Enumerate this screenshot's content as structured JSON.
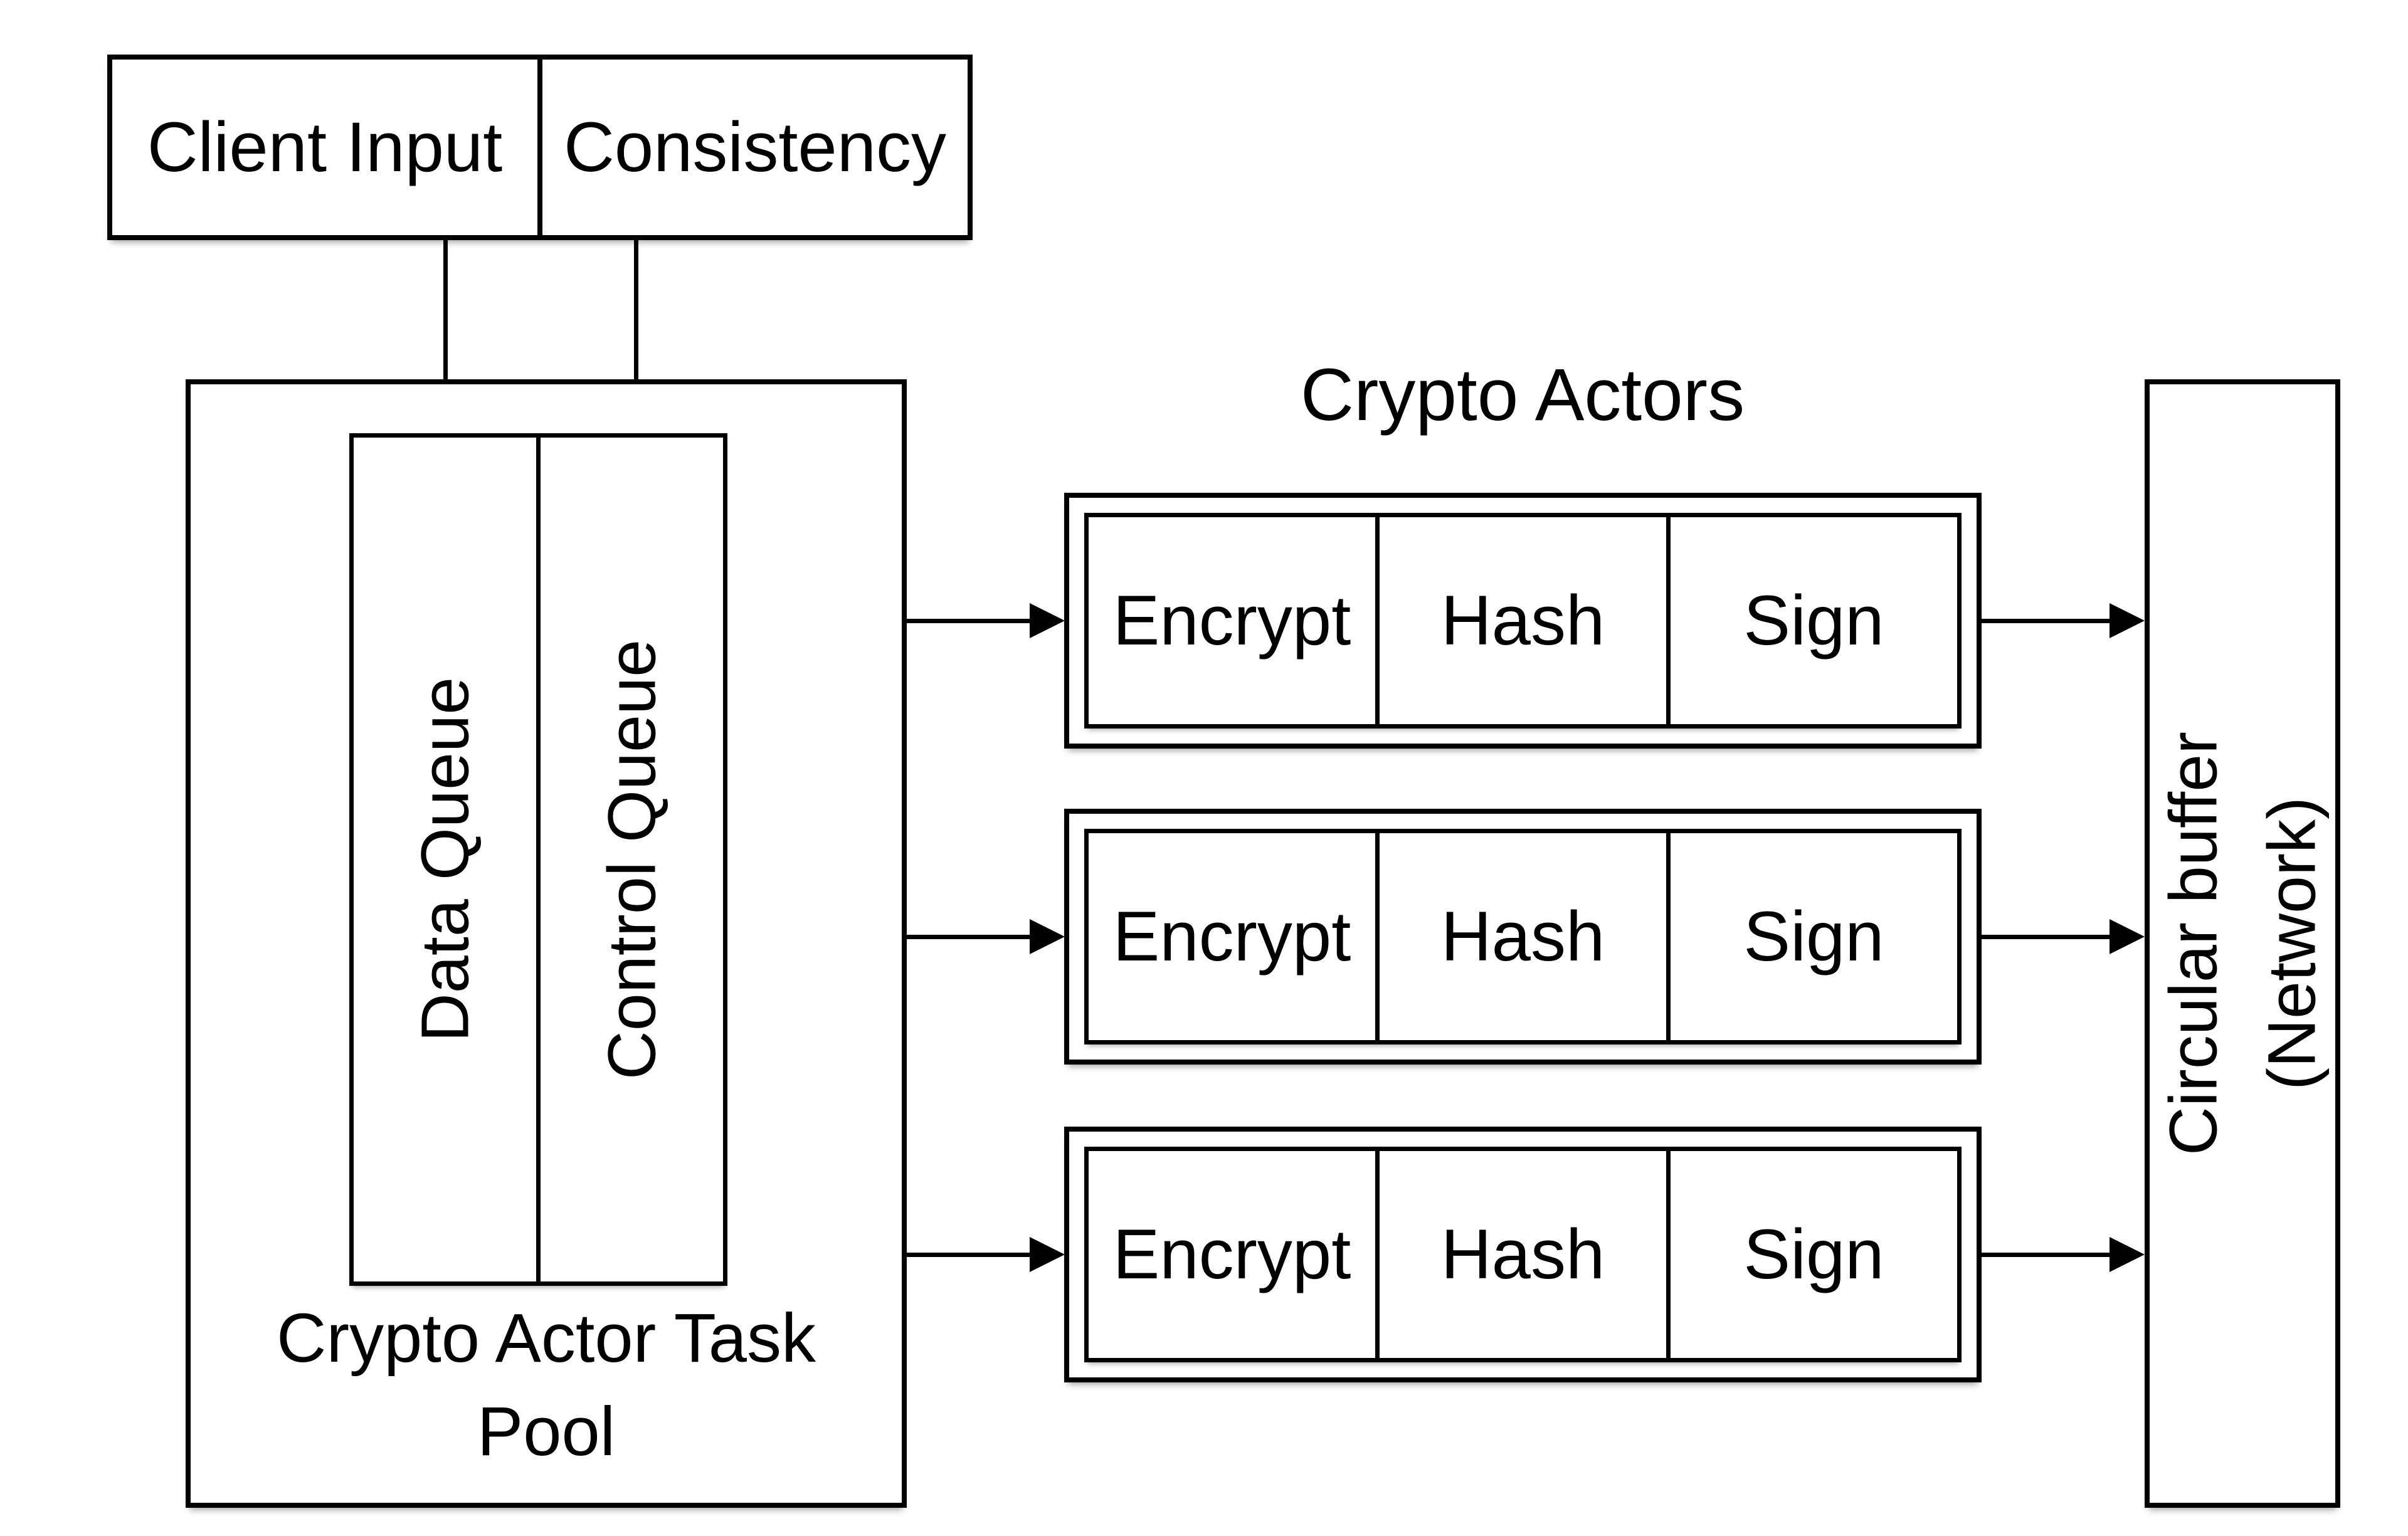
{
  "colors": {
    "background": "#ffffff",
    "stroke": "#000000",
    "text": "#000000"
  },
  "client_box": {
    "left_label": "Client Input",
    "right_label": "Consistency"
  },
  "task_pool": {
    "label_lines": [
      "Crypto Actor Task",
      "Pool"
    ],
    "queues": [
      {
        "label": "Data Queue"
      },
      {
        "label": "Control Queue"
      }
    ]
  },
  "crypto_actors": {
    "title": "Crypto Actors",
    "rows": [
      {
        "cells": [
          "Encrypt",
          "Hash",
          "Sign"
        ]
      },
      {
        "cells": [
          "Encrypt",
          "Hash",
          "Sign"
        ]
      },
      {
        "cells": [
          "Encrypt",
          "Hash",
          "Sign"
        ]
      }
    ]
  },
  "circular_buffer": {
    "label_lines": [
      "Circular buffer",
      "(Network)"
    ]
  }
}
